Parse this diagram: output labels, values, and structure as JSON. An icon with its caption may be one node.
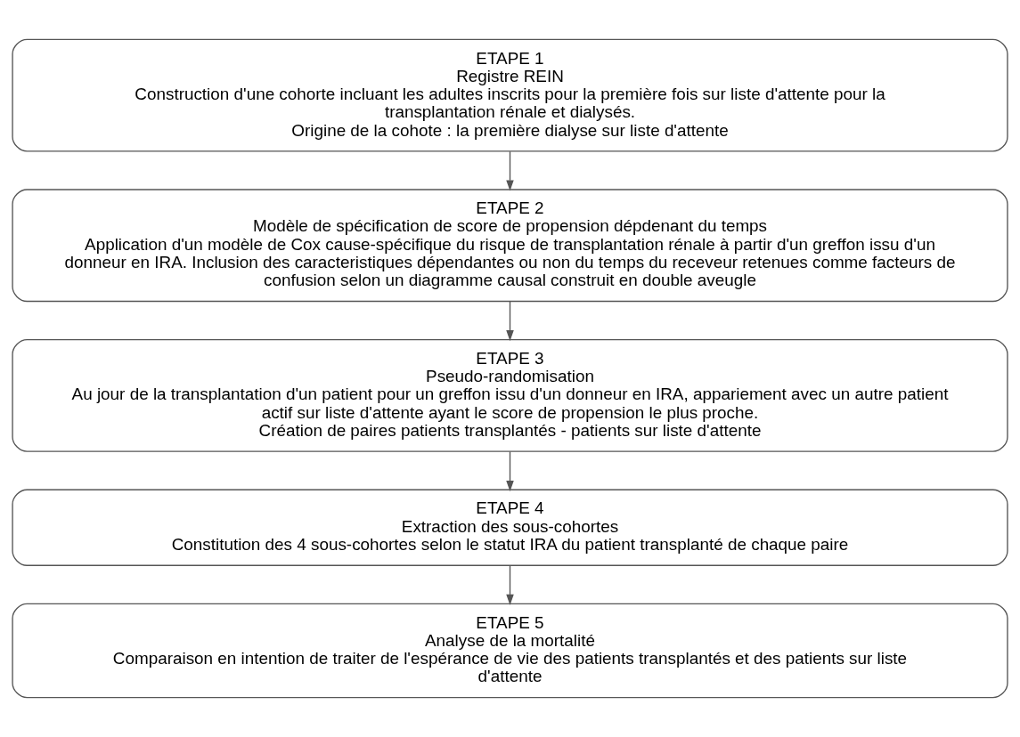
{
  "diagram": {
    "nodes": [
      {
        "text": [
          "ETAPE 1",
          "Registre REIN",
          "Construction d'une cohorte incluant les adultes inscrits pour la première fois sur liste d'attente pour la transplantation rénale et dialysés.",
          "Origine de la cohote : la première dialyse sur liste d'attente"
        ]
      },
      {
        "text": [
          "ETAPE 2",
          "Modèle de spécification de score de propension dépdenant du temps",
          "Application d'un modèle de Cox cause-spécifique du risque de transplantation rénale à partir d'un greffon issu d'un donneur en IRA. Inclusion des caracteristiques dépendantes ou non du temps du receveur retenues comme facteurs de confusion selon un diagramme causal construit en double aveugle"
        ]
      },
      {
        "text": [
          "ETAPE 3",
          "Pseudo-randomisation",
          "Au jour de la transplantation d'un patient pour un greffon issu d'un donneur en IRA, appariement avec un autre patient actif sur liste d'attente ayant le score de propension le plus proche.",
          "Création de paires patients transplantés - patients sur liste d'attente"
        ]
      },
      {
        "text": [
          "ETAPE 4",
          "Extraction des sous-cohortes",
          "Constitution des 4 sous-cohortes selon le statut IRA du patient transplanté de chaque paire"
        ]
      },
      {
        "text": [
          "ETAPE 5",
          "Analyse de la mortalité",
          "Comparaison en intention de traiter de l'espérance de vie des patients transplantés et des patients sur liste d'attente"
        ]
      }
    ],
    "edges": [
      {
        "from": 0,
        "to": 1,
        "arrow": "to"
      },
      {
        "from": 1,
        "to": 2,
        "arrow": "to"
      },
      {
        "from": 2,
        "to": 3,
        "arrow": "to"
      },
      {
        "from": 3,
        "to": 4,
        "arrow": "to"
      }
    ]
  }
}
